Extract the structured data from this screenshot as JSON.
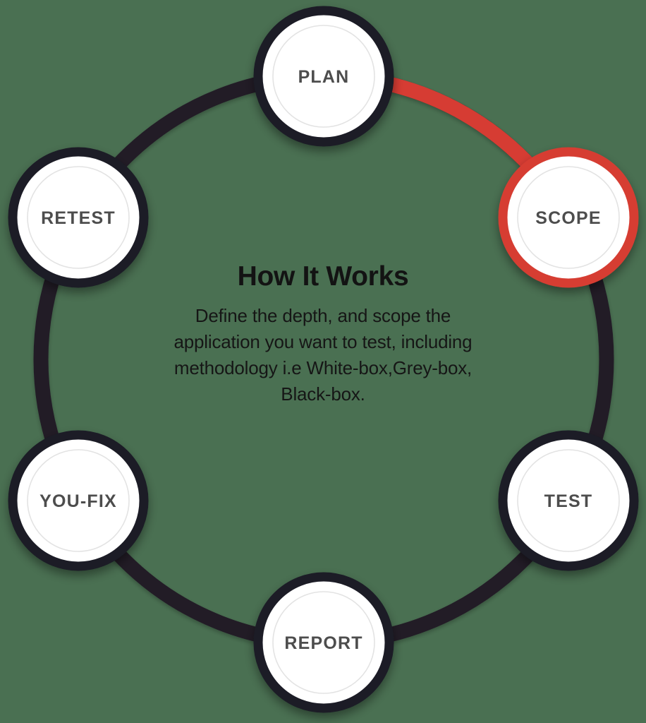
{
  "theme": {
    "background_color": "#4a7052",
    "ring_color": "#241b27",
    "active_color": "#d63c33",
    "node_fill": "#ffffff",
    "node_label_color": "#4d4d4d",
    "inner_ring_color": "#e3e3e3",
    "heading_color": "#131313"
  },
  "center": {
    "title": "How It Works",
    "body_lines": [
      "Define the depth, and scope the",
      "application you want to test, including",
      "methodology i.e White-box,Grey-box,",
      "Black-box."
    ]
  },
  "cycle": {
    "active_step": "SCOPE",
    "steps": [
      {
        "id": "plan",
        "label": "PLAN",
        "angle_deg": -90,
        "active": false
      },
      {
        "id": "scope",
        "label": "SCOPE",
        "angle_deg": -30,
        "active": true
      },
      {
        "id": "test",
        "label": "TEST",
        "angle_deg": 30,
        "active": false
      },
      {
        "id": "report",
        "label": "REPORT",
        "angle_deg": 90,
        "active": false
      },
      {
        "id": "you-fix",
        "label": "YOU-FIX",
        "angle_deg": 150,
        "active": false
      },
      {
        "id": "retest",
        "label": "RETEST",
        "angle_deg": 210,
        "active": false
      }
    ],
    "progress_segment": {
      "from": "PLAN",
      "to": "SCOPE",
      "color": "#d63c33"
    }
  }
}
